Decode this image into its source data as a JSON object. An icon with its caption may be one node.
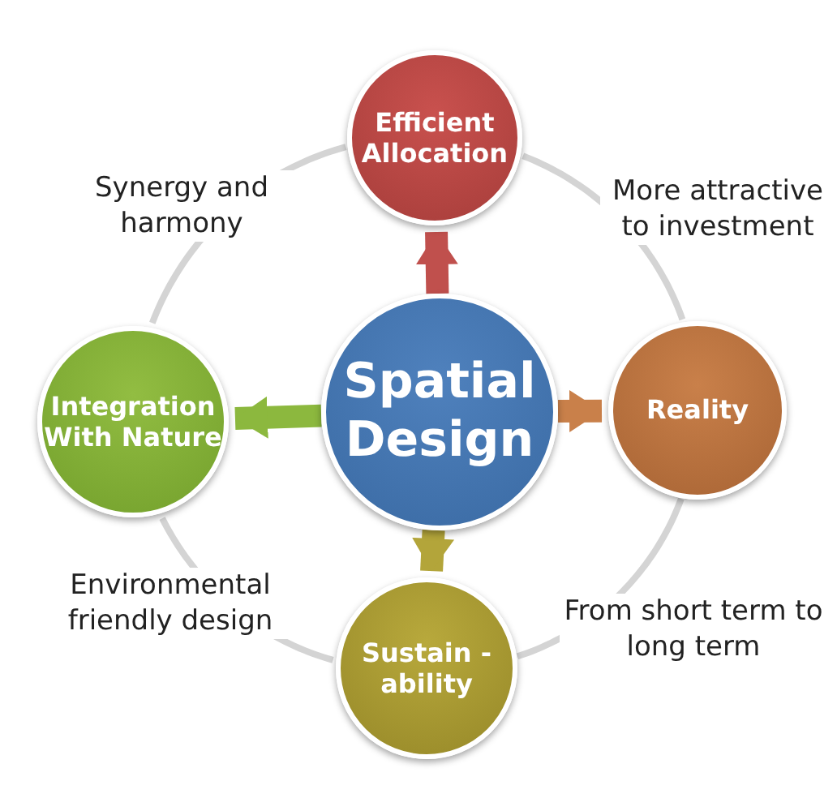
{
  "diagram": {
    "nodes": [
      {
        "text": [
          "Spatial Design"
        ]
      },
      {
        "text": [
          "Efficient Allocation"
        ]
      },
      {
        "text": [
          "Reality"
        ]
      },
      {
        "text": [
          "Sustain -ability"
        ]
      },
      {
        "text": [
          "Integration With Nature"
        ]
      }
    ],
    "edges": [
      {
        "from": 0,
        "to": 1,
        "arrow": "to",
        "style": "thick",
        "color": "#c0504d"
      },
      {
        "from": 0,
        "to": 2,
        "arrow": "to",
        "style": "thick",
        "color": "#c9804a"
      },
      {
        "from": 0,
        "to": 3,
        "arrow": "to",
        "style": "thick",
        "color": "#b3a53a"
      },
      {
        "from": 0,
        "to": 4,
        "arrow": "to",
        "style": "thick",
        "color": "#8cb83e"
      },
      {
        "from": 1,
        "to": 2,
        "arrow": "none",
        "label": "More attractive to investment"
      },
      {
        "from": 2,
        "to": 3,
        "arrow": "none",
        "label": "From short term to long term"
      },
      {
        "from": 3,
        "to": 4,
        "arrow": "none",
        "label": "Environmental friendly design"
      },
      {
        "from": 4,
        "to": 1,
        "arrow": "none",
        "label": "Synergy and harmony"
      }
    ]
  }
}
